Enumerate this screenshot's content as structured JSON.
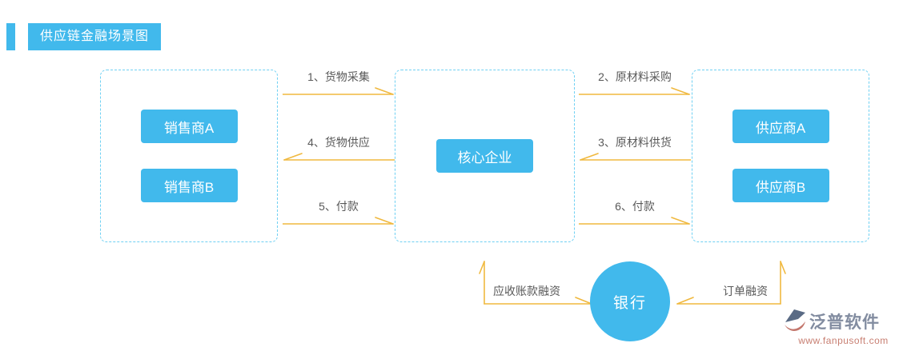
{
  "header": {
    "title": "供应链金融场景图"
  },
  "groups": {
    "sellers": {
      "nodes": [
        "销售商A",
        "销售商B"
      ]
    },
    "core": {
      "nodes": [
        "核心企业"
      ]
    },
    "suppliers": {
      "nodes": [
        "供应商A",
        "供应商B"
      ]
    }
  },
  "flows": {
    "left_gap": [
      {
        "label": "1、货物采集",
        "direction": "right"
      },
      {
        "label": "4、货物供应",
        "direction": "left"
      },
      {
        "label": "5、付款",
        "direction": "right"
      }
    ],
    "right_gap": [
      {
        "label": "2、原材料采购",
        "direction": "right"
      },
      {
        "label": "3、原材料供货",
        "direction": "left"
      },
      {
        "label": "6、付款",
        "direction": "right"
      }
    ]
  },
  "bank": {
    "label": "银行",
    "left_financing": "应收账款融资",
    "right_financing": "订单融资"
  },
  "branding": {
    "name": "泛普软件",
    "url": "www.fanpusoft.com"
  },
  "colors": {
    "accent": "#41b9ec",
    "dashed_border": "#6fd0f3",
    "arrow": "#f0b93f",
    "label_text": "#595959",
    "logo_text": "#828ca0",
    "logo_url": "#c87f72"
  }
}
